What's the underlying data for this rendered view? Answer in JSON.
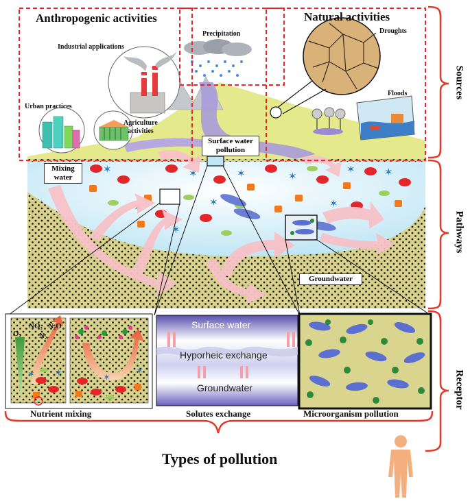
{
  "headings": {
    "anthropogenic": "Anthropogenic activities",
    "natural": "Natural activities"
  },
  "labels": {
    "industrial": "Industrial applications",
    "precipitation": "Precipitation",
    "urban": "Urban practices",
    "agriculture": "Agriculture\nactivities",
    "droughts": "Droughts",
    "floods": "Floods",
    "surface_pollution": "Surface water\npollution",
    "mixing_water": "Mixing\nwater",
    "groundwater_box": "Groundwater"
  },
  "chemistry": {
    "o2": "O₂",
    "no3": "NO₃",
    "n2o": "N₂O",
    "n2": "N₂"
  },
  "exchange_panel": {
    "surface": "Surface water",
    "hyporheic": "Hyporheic exchange",
    "ground": "Groundwater"
  },
  "panel_captions": {
    "nutrient": "Nutrient mixing",
    "solutes": "Solutes exchange",
    "micro": "Microorganism pollution"
  },
  "stages": {
    "sources": "Sources",
    "pathways": "Pathways",
    "receptor": "Receptor"
  },
  "footer": {
    "title": "Types of pollution"
  },
  "colors": {
    "dashed_frame": "#e8262a",
    "bracket": "#e23a2a",
    "soil": "#d6d08a",
    "water_light": "#dff3fb",
    "river": "#a99bd8",
    "arrow_pink": "#f7c2c8",
    "human": "#f3b07e"
  },
  "icons": {
    "factory": "factory-icon",
    "buildings": "buildings-icon",
    "greenhouse": "greenhouse-icon",
    "cloud": "rain-cloud-icon",
    "drought": "cracked-earth-icon",
    "flood": "flood-icon",
    "human": "human-figure-icon"
  }
}
